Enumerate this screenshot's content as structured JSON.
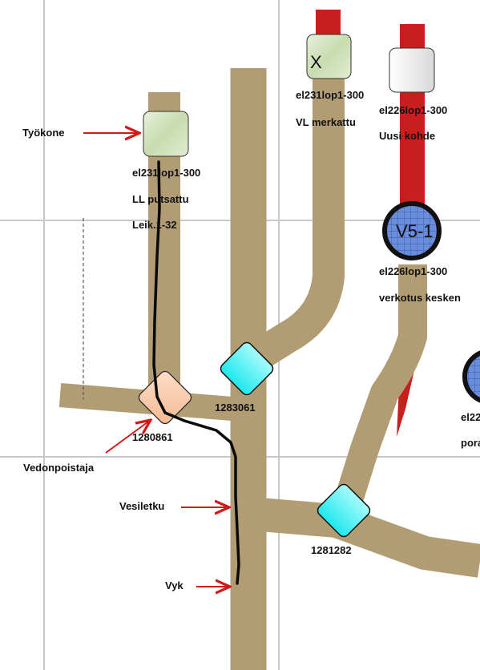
{
  "annotations": {
    "tyokone": "Työkone",
    "vedonpoistaja": "Vedonpoistaja",
    "vesiletku": "Vesiletku",
    "vyk": "Vyk"
  },
  "nodes": {
    "box_left": {
      "line1": "el231lop1-300",
      "line2": "LL putsattu",
      "line3": "Leik.1-32"
    },
    "box_mid": {
      "glyph": "X",
      "line1": "el231lop1-300",
      "line2": "VL merkattu"
    },
    "box_right": {
      "line1": "el226lop1-300",
      "line2": "Uusi kohde"
    },
    "circle": {
      "glyph": "V5-1",
      "line1": "el226lop1-300",
      "line2": "verkotus kesken"
    },
    "circle_edge": {
      "line1": "el22",
      "line2": "pora"
    },
    "diamond_orange": {
      "id": "1280861"
    },
    "diamond_cyan_top": {
      "id": "1283061"
    },
    "diamond_cyan_bottom": {
      "id": "1281282"
    }
  },
  "colors": {
    "road": "#B29C74",
    "red_route": "#C81E1E",
    "grid": "#C8C8C8",
    "arrow": "#D01A1A",
    "cyan": "#33F0F0",
    "orange": "#F8C8A4",
    "blue_circle": "#6A8EDC"
  }
}
